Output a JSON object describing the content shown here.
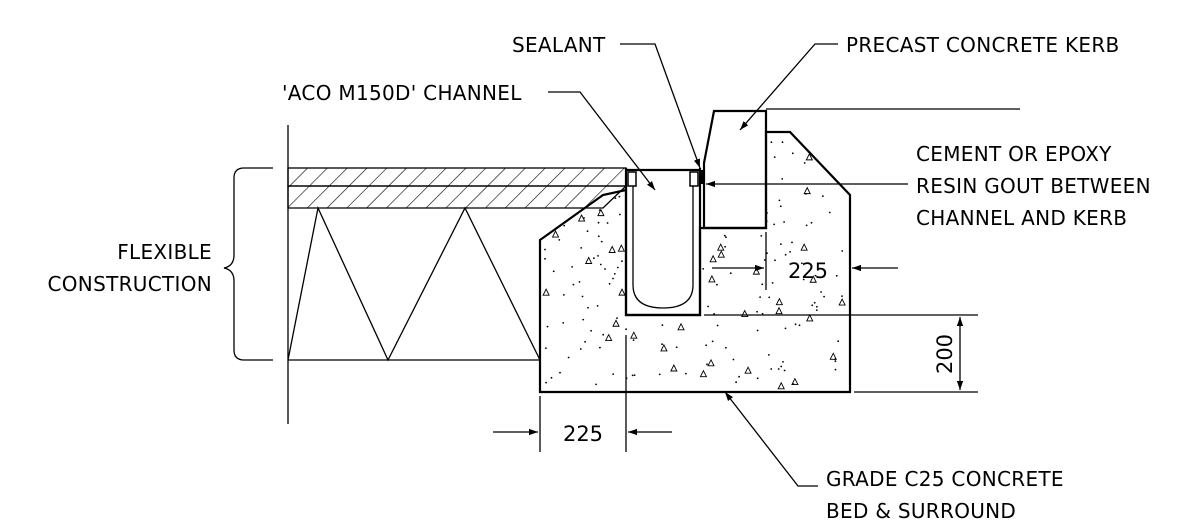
{
  "labels": {
    "sealant": "SEALANT",
    "precast_kerb": "PRECAST CONCRETE KERB",
    "aco_channel": "'ACO M150D' CHANNEL",
    "grout_line1": "CEMENT OR EPOXY",
    "grout_line2": "RESIN GOUT BETWEEN",
    "grout_line3": "CHANNEL AND KERB",
    "flexible_line1": "FLEXIBLE",
    "flexible_line2": "CONSTRUCTION",
    "concrete_line1": "GRADE C25 CONCRETE",
    "concrete_line2": "BED & SURROUND"
  },
  "dimensions": {
    "right_width": "225",
    "bottom_width": "225",
    "depth": "200"
  }
}
